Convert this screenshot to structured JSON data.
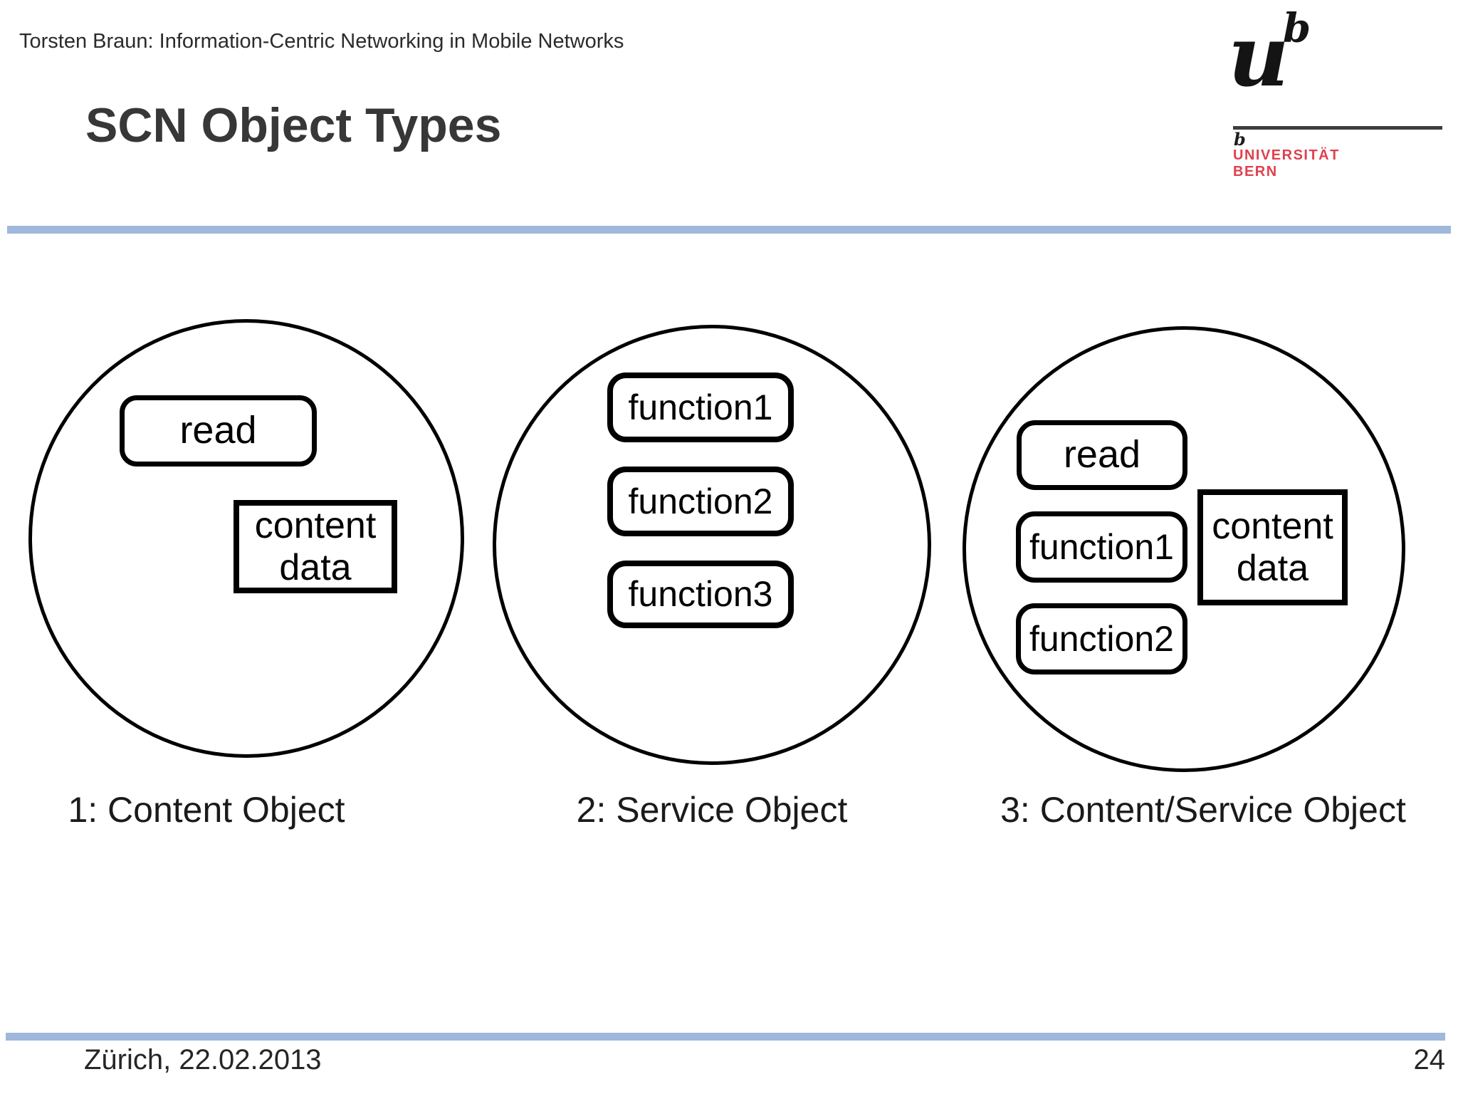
{
  "header": {
    "presenter_line": "Torsten Braun: Information-Centric Networking in Mobile Networks",
    "title": "SCN Object Types"
  },
  "logo": {
    "mark_u": "u",
    "mark_b": "b",
    "small_b": "b",
    "university": "UNIVERSITÄT",
    "city": "BERN"
  },
  "colors": {
    "accent_blue": "#9fb8db",
    "logo_red": "#e0404e",
    "stroke_black": "#000000"
  },
  "circle1": {
    "caption": "1: Content Object",
    "read_label": "read",
    "content_line1": "content",
    "content_line2": "data"
  },
  "circle2": {
    "caption": "2: Service Object",
    "function1": "function1",
    "function2": "function2",
    "function3": "function3"
  },
  "circle3": {
    "caption": "3: Content/Service Object",
    "read_label": "read",
    "function1": "function1",
    "function2": "function2",
    "content_line1": "content",
    "content_line2": "data"
  },
  "footer": {
    "date": "Zürich, 22.02.2013",
    "page": "24"
  }
}
